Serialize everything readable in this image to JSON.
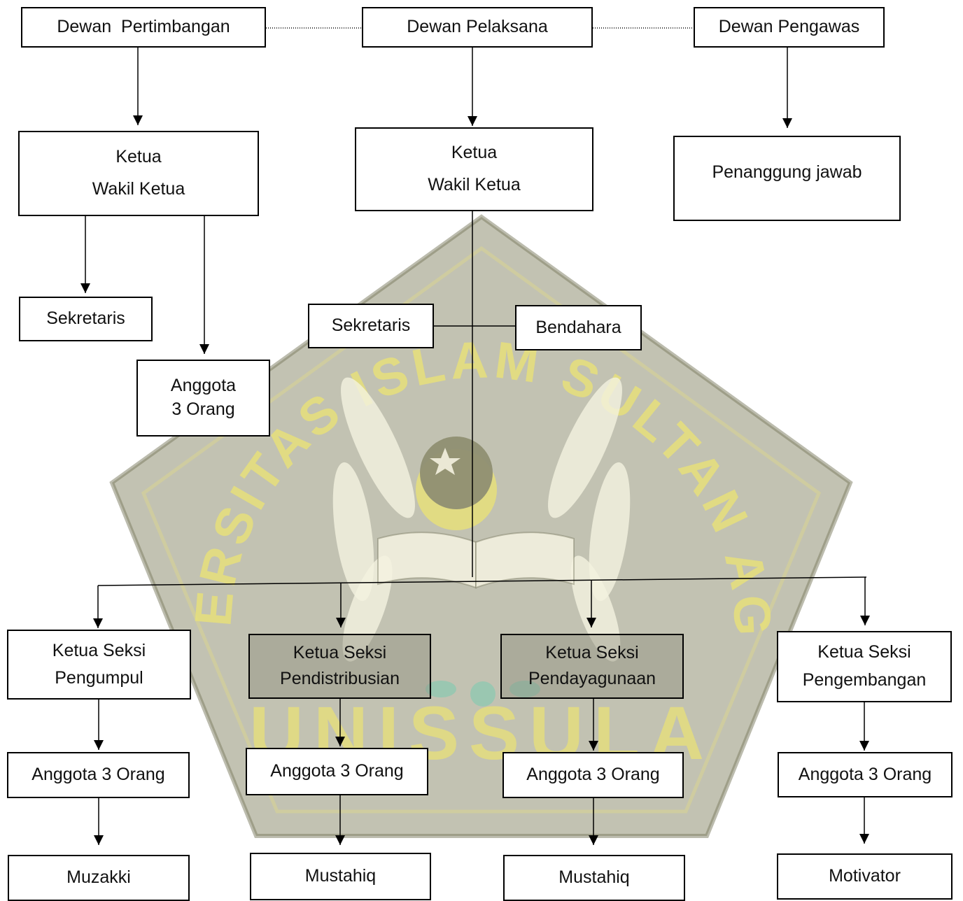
{
  "watermark": {
    "arc_text": "UNIVERSITAS ISLAM SULTAN AGUNG",
    "brand": "UNISSULA",
    "colors": {
      "pentagon": "#8f8f72",
      "letters": "#e6df7a",
      "wreath": "#f4f2e0"
    },
    "icons": [
      "crescent-star-icon",
      "open-book-icon",
      "wreath-icon"
    ]
  },
  "diagram": {
    "top": {
      "pertimbangan": "Dewan  Pertimbangan",
      "pelaksana": "Dewan Pelaksana",
      "pengawas": "Dewan Pengawas"
    },
    "pertimbangan": {
      "ketua": "Ketua",
      "wakil": "Wakil Ketua",
      "sekretaris": "Sekretaris",
      "anggota_1": "Anggota",
      "anggota_2": "3 Orang"
    },
    "pelaksana": {
      "ketua": "Ketua",
      "wakil": "Wakil Ketua",
      "sekretaris": "Sekretaris",
      "bendahara": "Bendahara"
    },
    "pengawas": {
      "penanggung_jawab": "Penanggung jawab"
    },
    "sections": [
      {
        "line1": "Ketua Seksi",
        "line2": "Pengumpul",
        "anggota": "Anggota 3 Orang",
        "target": "Muzakki"
      },
      {
        "line1": "Ketua Seksi",
        "line2": "Pendistribusian",
        "anggota": "Anggota 3 Orang",
        "target": "Mustahiq"
      },
      {
        "line1": "Ketua Seksi",
        "line2": "Pendayagunaan",
        "anggota": "Anggota 3 Orang",
        "target": "Mustahiq"
      },
      {
        "line1": "Ketua Seksi",
        "line2": "Pengembangan",
        "anggota": "Anggota 3 Orang",
        "target": "Motivator"
      }
    ]
  }
}
